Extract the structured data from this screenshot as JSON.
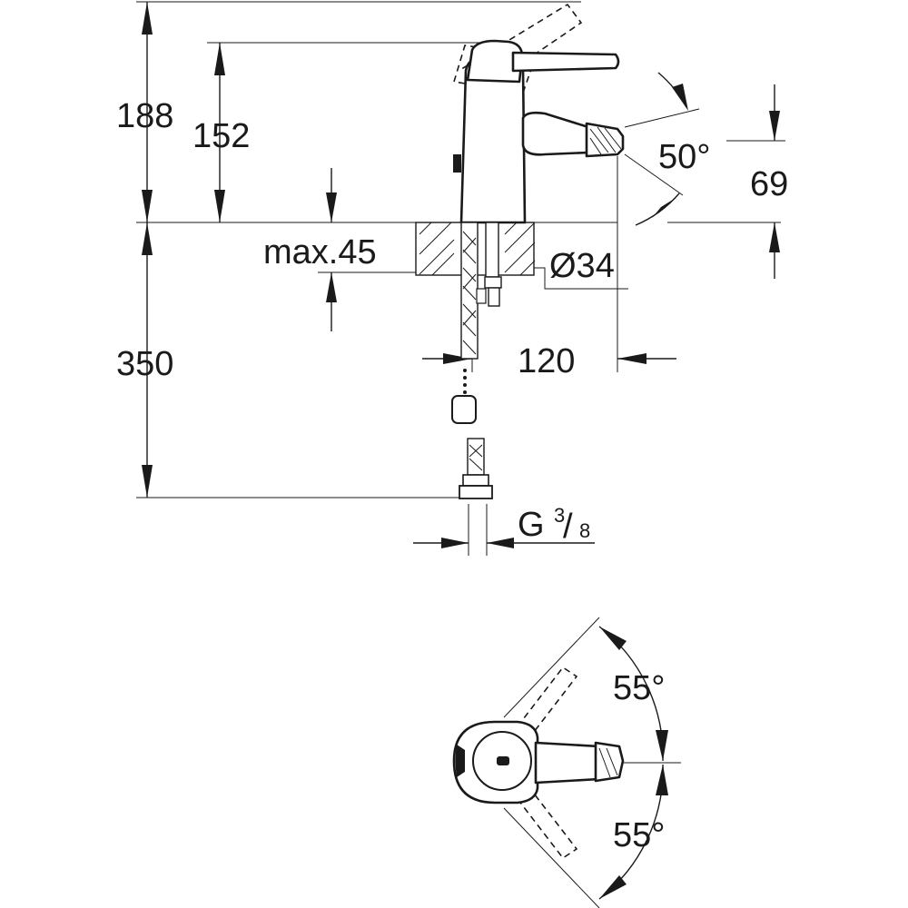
{
  "dimensions": {
    "d188": "188",
    "d152": "152",
    "d69": "69",
    "d50deg": "50°",
    "dmax45": "max.45",
    "d34": "Ø34",
    "d120": "120",
    "d350": "350",
    "thread_g": "G",
    "thread_num": "3",
    "thread_den": "8",
    "d55top": "55°",
    "d55bottom": "55°"
  }
}
